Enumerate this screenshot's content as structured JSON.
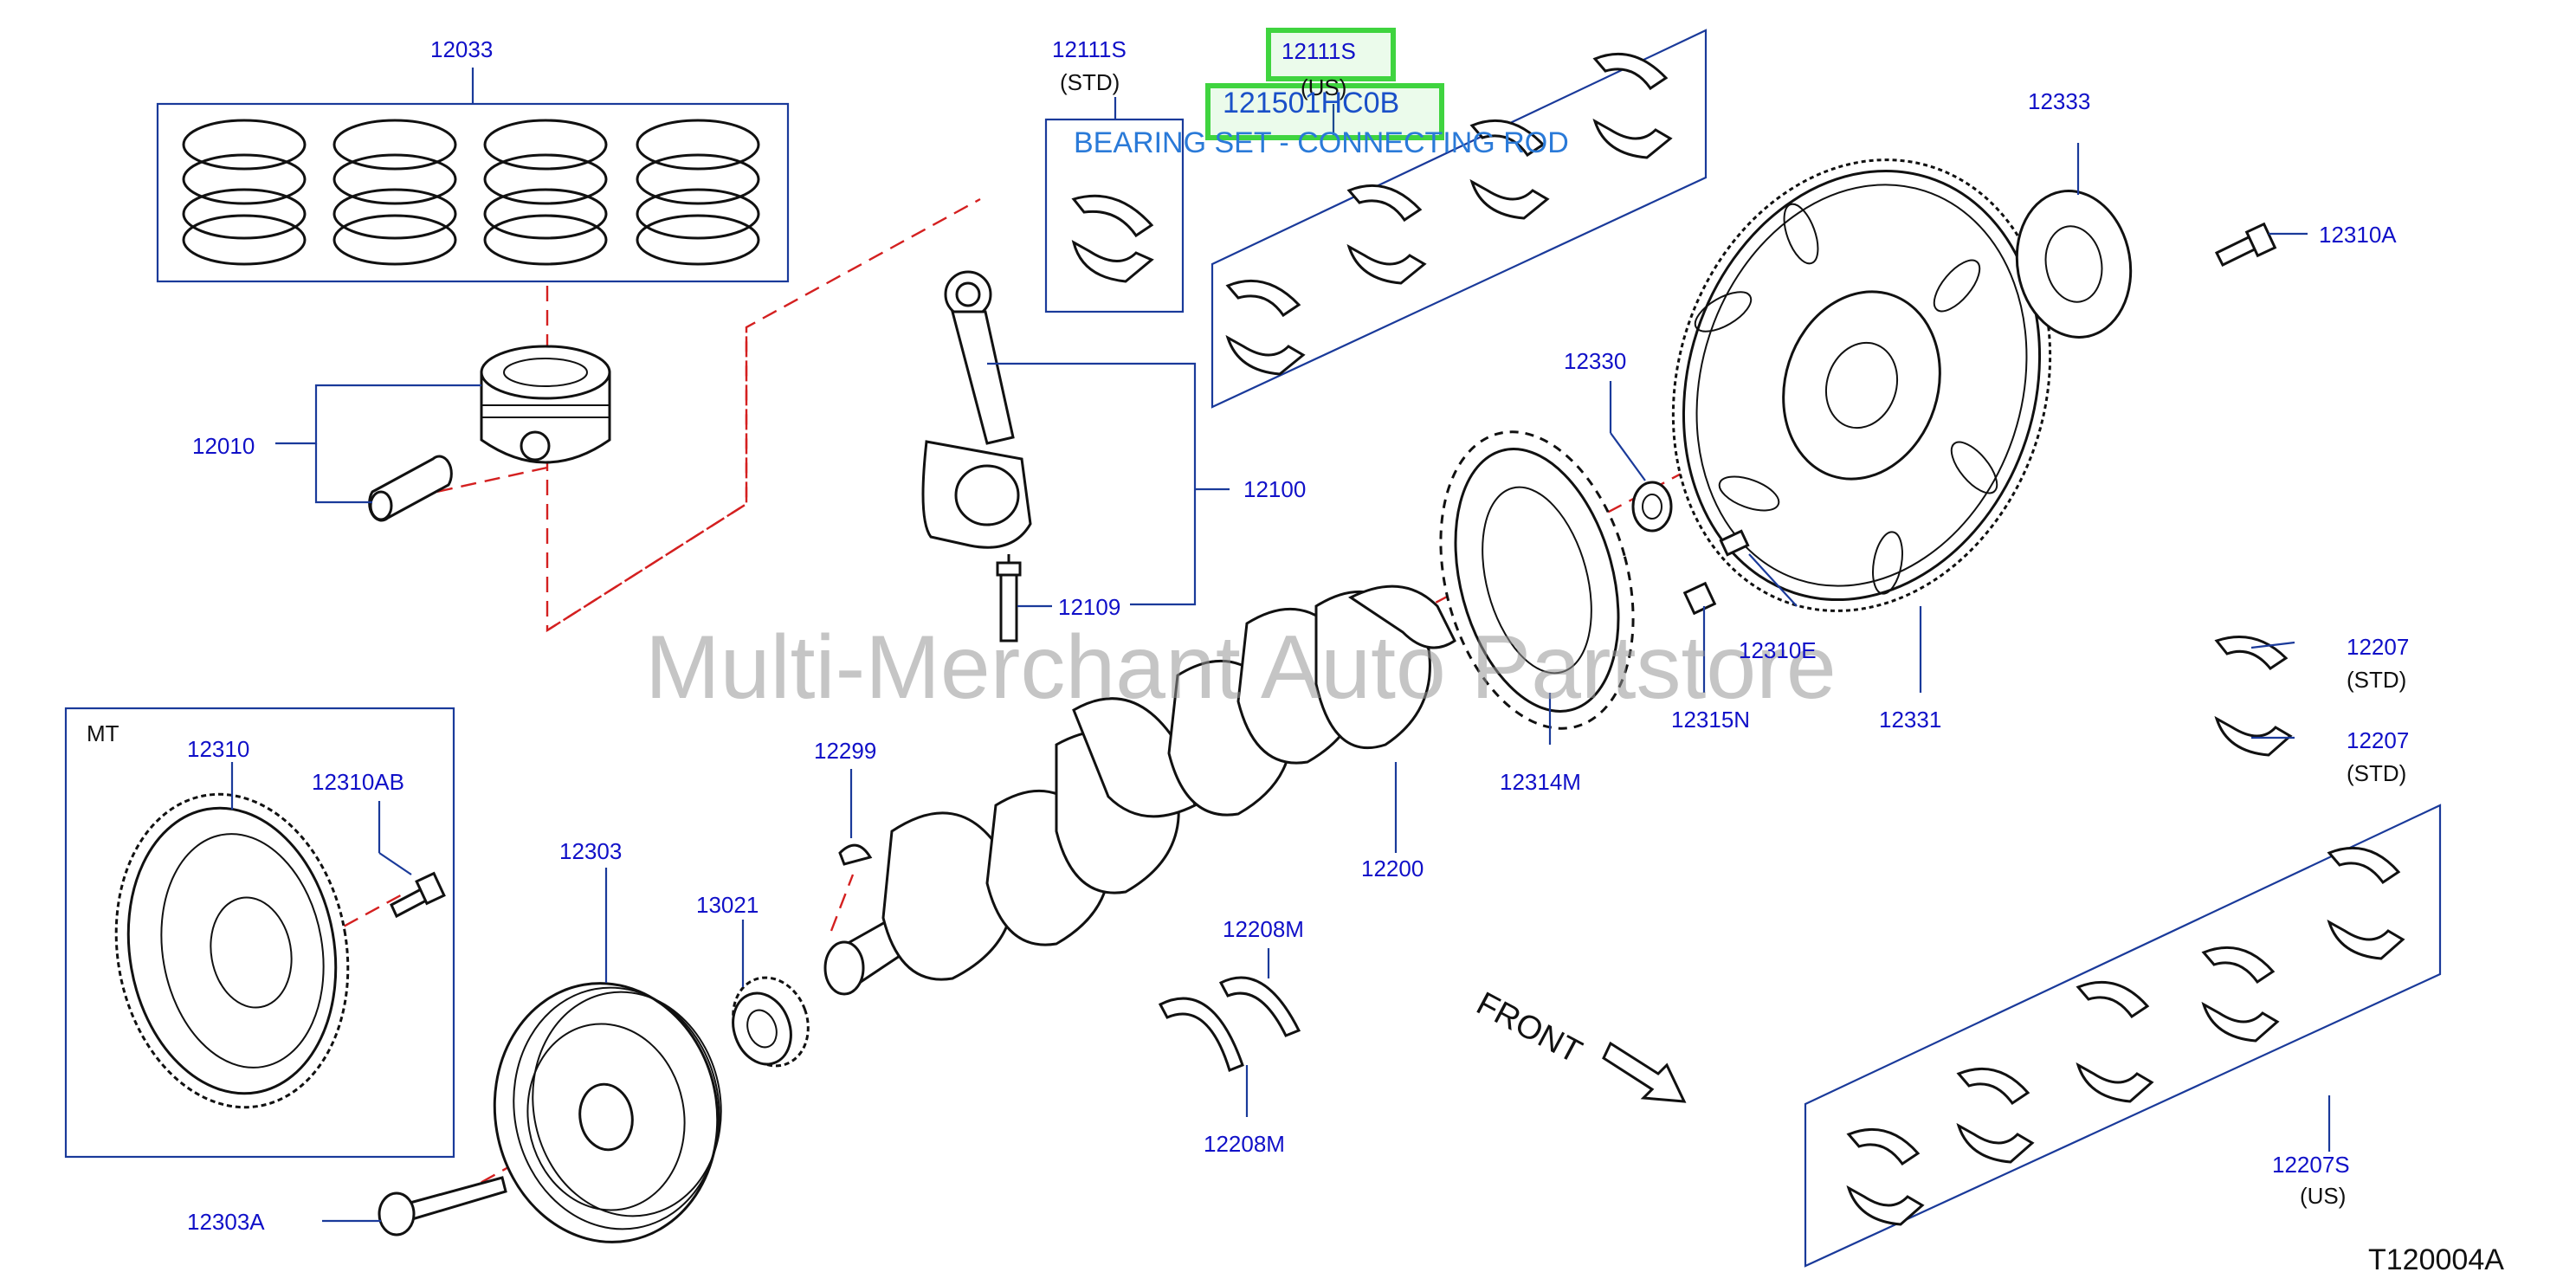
{
  "labels": {
    "p12033": "12033",
    "p12010": "12010",
    "p12111s_std": "12111S",
    "std_1": "(STD)",
    "p12111s_us": "12111S",
    "us_1": "(US)",
    "part_number": "121501HC0B",
    "part_desc": "BEARING SET - CONNECTING ROD",
    "p12100": "12100",
    "p12109": "12109",
    "p12333": "12333",
    "p12310a": "12310A",
    "p12330": "12330",
    "p12310e": "12310E",
    "p12315n": "12315N",
    "p12331": "12331",
    "p12314m": "12314M",
    "p12207_a": "12207",
    "std_2": "(STD)",
    "p12207_b": "12207",
    "std_3": "(STD)",
    "mt": "MT",
    "p12310": "12310",
    "p12310ab": "12310AB",
    "p12303": "12303",
    "p13021": "13021",
    "p12299": "12299",
    "p12200": "12200",
    "p12208m_a": "12208M",
    "p12208m_b": "12208M",
    "p12303a": "12303A",
    "p12207s": "12207S",
    "us_2": "(US)",
    "front": "FRONT",
    "diagram_code": "T120004A"
  },
  "watermark": "Multi-Merchant Auto Partstore",
  "colors": {
    "label": "#1010c8",
    "leader": "#1a3a9a",
    "centerline": "#d42020",
    "highlight": "#3fd43f",
    "part_line": "#111111"
  }
}
